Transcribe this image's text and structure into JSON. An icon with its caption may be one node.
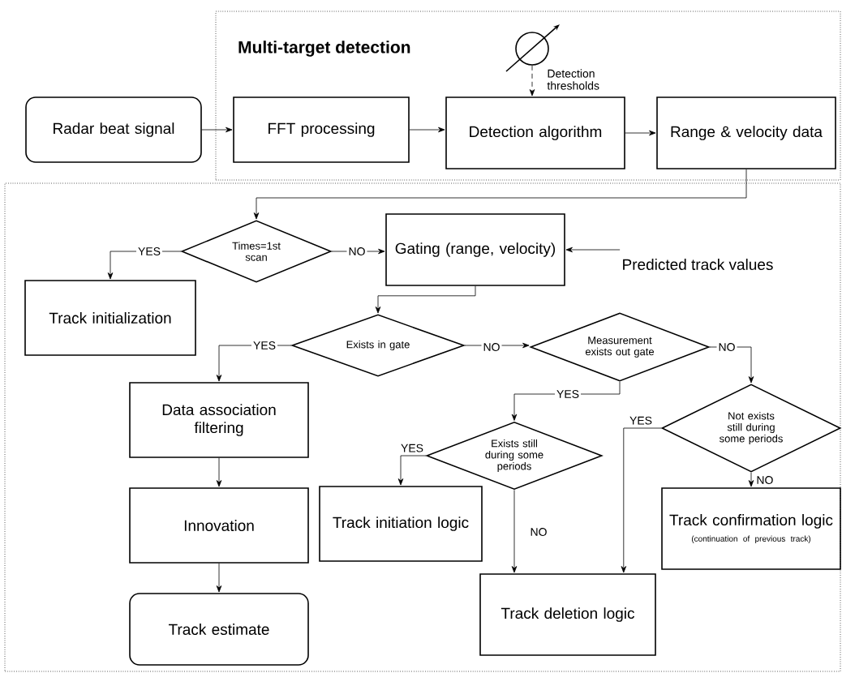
{
  "diagram": {
    "nodes": [
      {
        "text": [
          "Multi-target detection"
        ]
      },
      {
        "text": [
          "Radar beat signal"
        ]
      },
      {
        "text": [
          "FFT processing"
        ],
        "in": 0
      },
      {
        "text": [
          "Detection algorithm"
        ],
        "in": 0
      },
      {
        "text": [
          "Range & velocity data"
        ],
        "in": 0
      },
      {
        "text": [],
        "shape": "circle",
        "in": 0
      },
      {
        "text": [],
        "shape": "box"
      },
      {
        "text": [
          "Times=1st scan"
        ],
        "in": 6
      },
      {
        "text": [
          "Gating (range, velocity)"
        ],
        "in": 6
      },
      {
        "text": [
          "Track initialization"
        ],
        "in": 6
      },
      {
        "text": [
          "Exists in gate"
        ],
        "in": 6
      },
      {
        "text": [
          "Measurement exists out gate"
        ],
        "in": 6
      },
      {
        "text": [
          "Data association filtering"
        ],
        "in": 6
      },
      {
        "text": [
          "Exists still during some periods"
        ],
        "in": 6
      },
      {
        "text": [
          "Not exists still during some periods"
        ],
        "in": 6
      },
      {
        "text": [
          "Innovation"
        ],
        "in": 6
      },
      {
        "text": [
          "Track initiation logic"
        ],
        "in": 6
      },
      {
        "text": [
          "Track confirmation logic",
          "(continuation of previous track)"
        ],
        "in": 6
      },
      {
        "text": [
          "Track estimate"
        ],
        "in": 6
      },
      {
        "text": [
          "Track deletion logic"
        ],
        "in": 6
      },
      {
        "text": [
          "Predicted track values"
        ],
        "in": 6
      }
    ],
    "edges": [
      {
        "from": 1,
        "to": 2,
        "arrow": "to"
      },
      {
        "from": 2,
        "to": 3,
        "arrow": "to"
      },
      {
        "from": 3,
        "to": 4,
        "arrow": "to"
      },
      {
        "from": 5,
        "to": 3,
        "arrow": "to",
        "style": "dashed",
        "label": "Detection thresholds"
      },
      {
        "from": 4,
        "to": 7,
        "arrow": "to"
      },
      {
        "from": 7,
        "to": 9,
        "arrow": "to",
        "label": "YES"
      },
      {
        "from": 7,
        "to": 8,
        "arrow": "to",
        "label": "NO"
      },
      {
        "from": 8,
        "to": 10,
        "arrow": "to"
      },
      {
        "from": 10,
        "to": 12,
        "arrow": "to",
        "label": "YES"
      },
      {
        "from": 10,
        "to": 11,
        "arrow": "to",
        "label": "NO"
      },
      {
        "from": 11,
        "to": 13,
        "arrow": "to",
        "label": "YES"
      },
      {
        "from": 11,
        "to": 14,
        "arrow": "to",
        "label": "NO"
      },
      {
        "from": 13,
        "to": 16,
        "arrow": "to",
        "label": "YES"
      },
      {
        "from": 13,
        "to": 19,
        "arrow": "to",
        "label": "NO"
      },
      {
        "from": 14,
        "to": 19,
        "arrow": "to",
        "label": "YES"
      },
      {
        "from": 14,
        "to": 17,
        "arrow": "to",
        "label": "NO"
      },
      {
        "from": 12,
        "to": 15,
        "arrow": "to"
      },
      {
        "from": 15,
        "to": 18,
        "arrow": "to"
      },
      {
        "from": 20,
        "to": 8,
        "arrow": "to"
      }
    ]
  }
}
